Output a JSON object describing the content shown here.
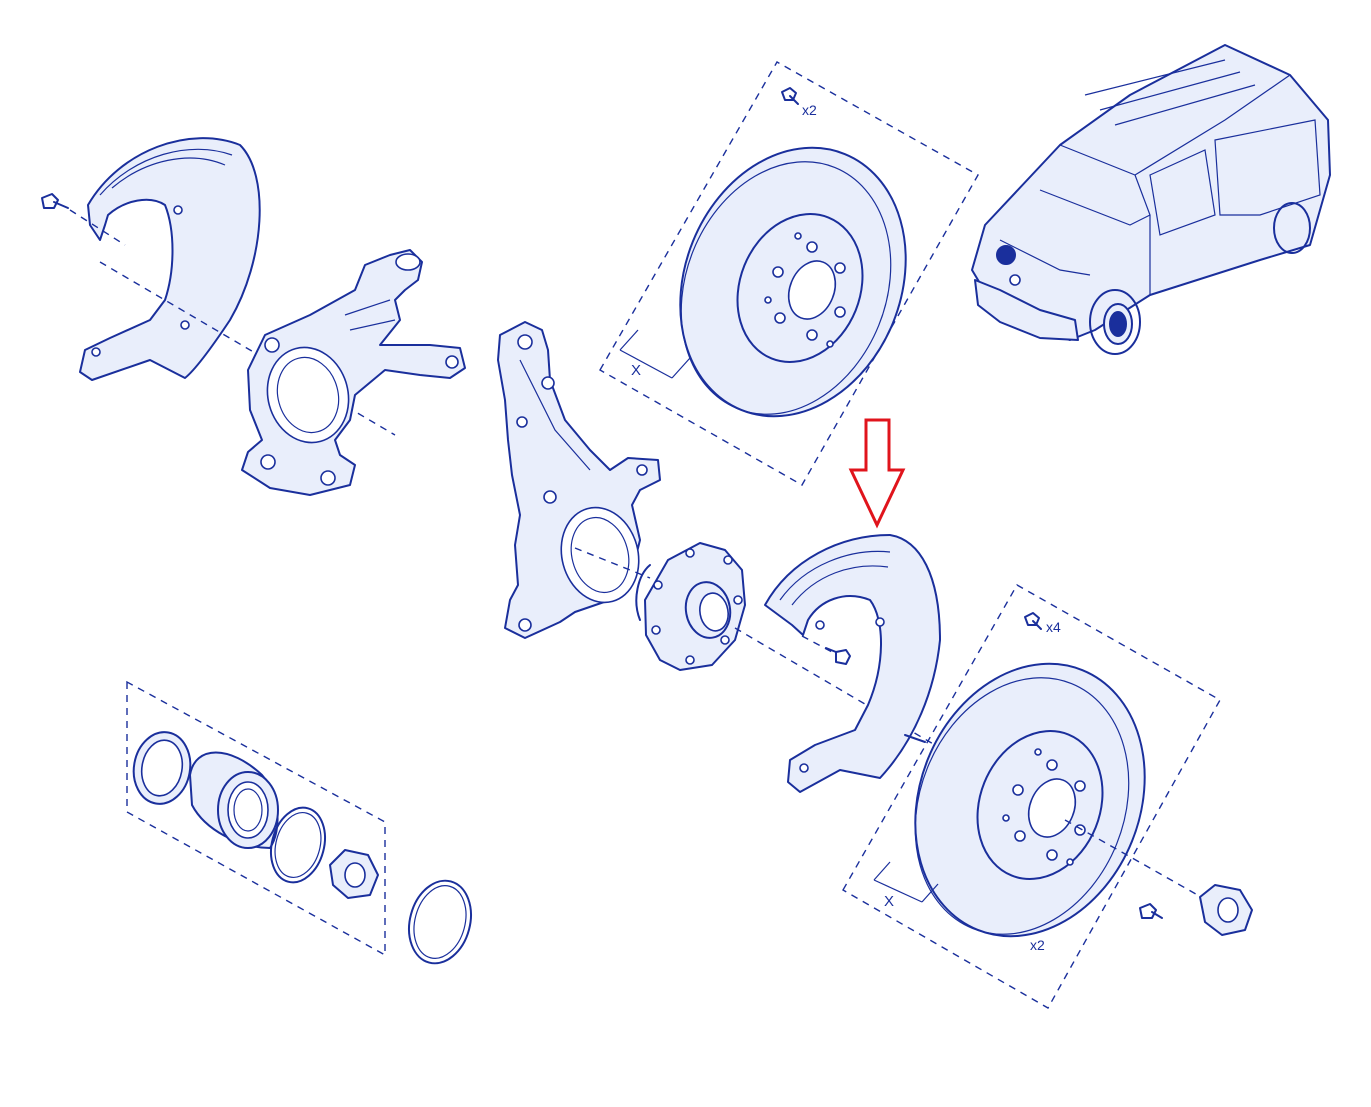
{
  "labels": {
    "rear_disc_bolts": "x2",
    "rear_disc_dim": "X",
    "front_disc_studs": "x4",
    "front_disc_dim": "X",
    "front_disc_qty": "x2"
  },
  "colors": {
    "line": "#1a2f9c",
    "highlight_arrow": "#e0141c",
    "background": "#ffffff"
  },
  "icons": [
    "bolt-icon",
    "nut-icon",
    "down-arrow-icon",
    "van-icon"
  ]
}
